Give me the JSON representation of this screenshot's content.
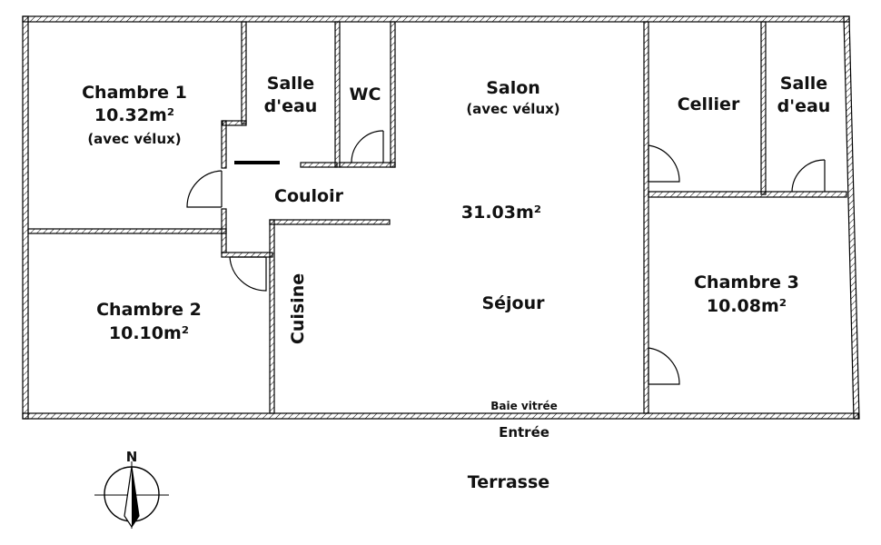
{
  "rooms": {
    "chambre1": {
      "name": "Chambre 1",
      "area": "10.32m²",
      "note": "(avec vélux)"
    },
    "salle_eau_1": {
      "line1": "Salle",
      "line2": "d'eau"
    },
    "wc": {
      "name": "WC"
    },
    "salon": {
      "name": "Salon",
      "note": "(avec vélux)",
      "area": "31.03m²"
    },
    "cellier": {
      "name": "Cellier"
    },
    "salle_eau_2": {
      "line1": "Salle",
      "line2": "d'eau"
    },
    "couloir": {
      "name": "Couloir"
    },
    "chambre2": {
      "name": "Chambre 2",
      "area": "10.10m²"
    },
    "cuisine": {
      "name": "Cuisine"
    },
    "sejour": {
      "name": "Séjour"
    },
    "chambre3": {
      "name": "Chambre 3",
      "area": "10.08m²"
    }
  },
  "labels": {
    "baie": "Baie vitrée",
    "entree": "Entrée",
    "terrasse": "Terrasse"
  },
  "compass": {
    "north": "N"
  },
  "icons": {
    "compass": "compass-rose-icon",
    "door": "door-swing-icon"
  },
  "colors": {
    "wall": "#000000",
    "background": "#ffffff"
  }
}
